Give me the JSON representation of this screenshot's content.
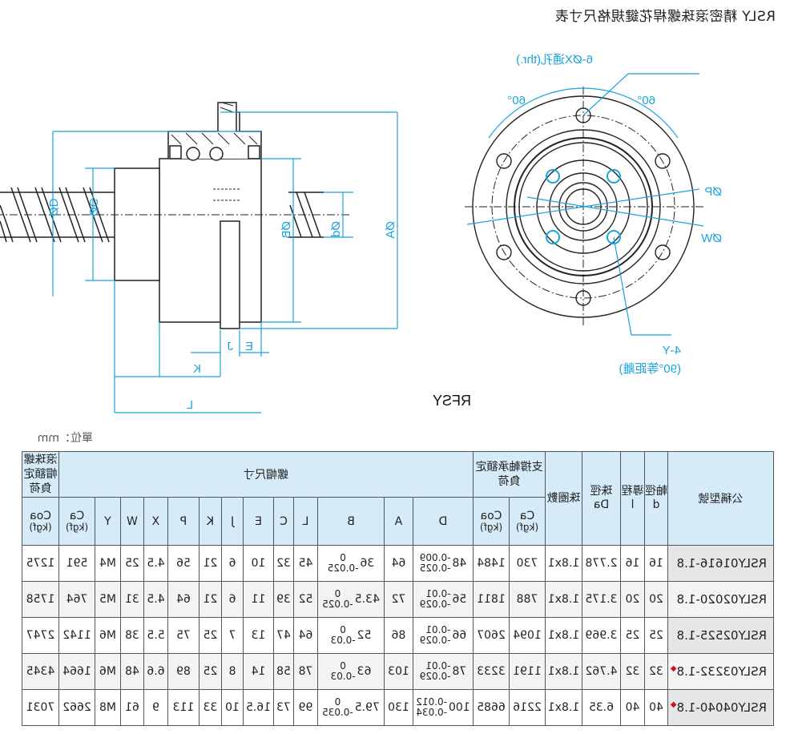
{
  "title": "RSLY 精密滾珠螺桿花鍵規格尺寸表",
  "unit_label": "單位：mm",
  "drawing": {
    "caption": "RFSY",
    "side_view_labels": {
      "D": "ØD",
      "C": "ØC",
      "d": "Ød",
      "B": "ØB",
      "A": "ØA",
      "L": "L",
      "K": "K",
      "J": "J",
      "E": "E"
    },
    "front_view_labels": {
      "holes": "6-ØX通孔(thr.)",
      "angle1": "60°",
      "angle2": "60°",
      "P": "ØP",
      "W": "ØW",
      "tap": "4-Y",
      "tap_note": "(90°等距離)"
    },
    "accent_color": "#1aa3dc"
  },
  "table": {
    "group_headers": {
      "model": "公稱型號",
      "shaft_dia": "軸徑",
      "lead": "導程",
      "ball_dia": "珠徑",
      "circuits": "珠圈數",
      "bearing_load": "支撐軸承額定負荷",
      "nut_dims": "螺帽尺寸",
      "nut_load": "滾珠螺帽額定負荷"
    },
    "columns": [
      "d",
      "l",
      "Da",
      "",
      "Ca",
      "Coa",
      "D",
      "A",
      "B",
      "L",
      "C",
      "E",
      "J",
      "K",
      "P",
      "X",
      "W",
      "Y",
      "Ca",
      "Coa"
    ],
    "unit_kgf": "(kgf)",
    "rows": [
      {
        "model": "RSLY01616-1.8",
        "star": false,
        "d": "16",
        "l": "16",
        "Da": "2.778",
        "circuits": "1.8x1",
        "bCa": "730",
        "bCoa": "1484",
        "D": "48",
        "D_tol_hi": "-0.009",
        "D_tol_lo": "-0.025",
        "A": "64",
        "B": "36",
        "B_tol_hi": "0",
        "B_tol_lo": "-0.025",
        "L": "45",
        "C": "32",
        "E": "10",
        "J": "6",
        "K": "21",
        "P": "56",
        "X": "4.5",
        "W": "25",
        "Y": "M4",
        "Ca": "591",
        "Coa": "1275"
      },
      {
        "model": "RSLY02020-1.8",
        "star": false,
        "d": "20",
        "l": "20",
        "Da": "3.175",
        "circuits": "1.8x1",
        "bCa": "788",
        "bCoa": "1811",
        "D": "56",
        "D_tol_hi": "-0.01",
        "D_tol_lo": "-0.029",
        "A": "72",
        "B": "43.5",
        "B_tol_hi": "0",
        "B_tol_lo": "-0.025",
        "L": "52",
        "C": "39",
        "E": "11",
        "J": "6",
        "K": "21",
        "P": "64",
        "X": "4.5",
        "W": "31",
        "Y": "M5",
        "Ca": "764",
        "Coa": "1758"
      },
      {
        "model": "RSLY02525-1.8",
        "star": false,
        "d": "25",
        "l": "25",
        "Da": "3.969",
        "circuits": "1.8x1",
        "bCa": "1094",
        "bCoa": "2607",
        "D": "66",
        "D_tol_hi": "-0.01",
        "D_tol_lo": "-0.029",
        "A": "86",
        "B": "52",
        "B_tol_hi": "0",
        "B_tol_lo": "-0.03",
        "L": "64",
        "C": "47",
        "E": "13",
        "J": "7",
        "K": "25",
        "P": "75",
        "X": "5.5",
        "W": "38",
        "Y": "M6",
        "Ca": "1142",
        "Coa": "2747"
      },
      {
        "model": "RSLY03232-1.8",
        "star": true,
        "d": "32",
        "l": "32",
        "Da": "4.762",
        "circuits": "1.8x1",
        "bCa": "1191",
        "bCoa": "3233",
        "D": "78",
        "D_tol_hi": "-0.01",
        "D_tol_lo": "-0.029",
        "A": "103",
        "B": "63",
        "B_tol_hi": "0",
        "B_tol_lo": "-0.03",
        "L": "78",
        "C": "58",
        "E": "14",
        "J": "8",
        "K": "25",
        "P": "89",
        "X": "6.6",
        "W": "48",
        "Y": "M6",
        "Ca": "1664",
        "Coa": "4345"
      },
      {
        "model": "RSLY04040-1.8",
        "star": true,
        "d": "40",
        "l": "40",
        "Da": "6.35",
        "circuits": "1.8x1",
        "bCa": "2216",
        "bCoa": "6685",
        "D": "100",
        "D_tol_hi": "-0.012",
        "D_tol_lo": "-0.034",
        "A": "130",
        "B": "79.5",
        "B_tol_hi": "0",
        "B_tol_lo": "-0.035",
        "L": "99",
        "C": "73",
        "E": "16.5",
        "J": "10",
        "K": "33",
        "P": "113",
        "X": "9",
        "W": "61",
        "Y": "M8",
        "Ca": "2662",
        "Coa": "7031"
      }
    ]
  }
}
